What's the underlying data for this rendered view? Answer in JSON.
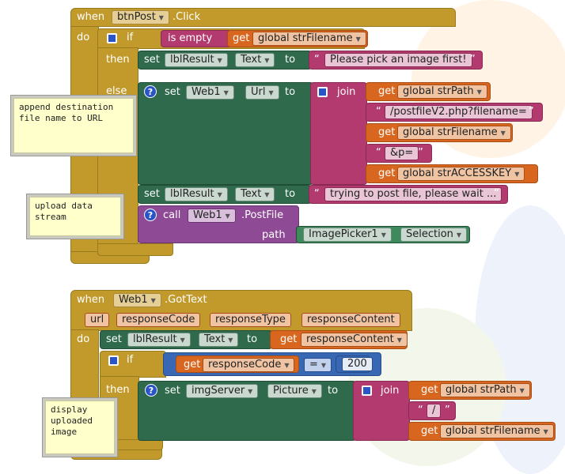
{
  "event1": {
    "when": "when",
    "component": "btnPost",
    "event": ".Click",
    "do": "do",
    "if_label": "if",
    "is_empty": "is empty",
    "get1": "get",
    "get1_var": "global strFilename",
    "then": "then",
    "set1": "set",
    "set1_comp": "lblResult",
    "set1_prop": "Text",
    "set1_to": "to",
    "set1_value": "Please pick an image first!",
    "else": "else",
    "set2": "set",
    "set2_comp": "Web1",
    "set2_prop": "Url",
    "set2_to": "to",
    "join": "join",
    "join_get1": "get",
    "join_var1": "global strPath",
    "join_str1": "/postfileV2.php?filename=",
    "join_get2": "get",
    "join_var2": "global strFilename",
    "join_str2": "&p=",
    "join_get3": "get",
    "join_var3": "global strACCESSKEY",
    "set3": "set",
    "set3_comp": "lblResult",
    "set3_prop": "Text",
    "set3_to": "to",
    "set3_value": "trying to post file, please wait ...",
    "call": "call",
    "call_comp": "Web1",
    "call_method": ".PostFile",
    "path": "path",
    "path_comp": "ImagePicker1",
    "path_prop": "Selection",
    "comment1": "append destination\nfile name to URL",
    "comment2": "upload data\nstream"
  },
  "event2": {
    "when": "when",
    "component": "Web1",
    "event": ".GotText",
    "params": [
      "url",
      "responseCode",
      "responseType",
      "responseContent"
    ],
    "do": "do",
    "set1": "set",
    "set1_comp": "lblResult",
    "set1_prop": "Text",
    "set1_to": "to",
    "set1_get": "get",
    "set1_var": "responseContent",
    "if_label": "if",
    "cmp_get": "get",
    "cmp_var": "responseCode",
    "cmp_op": "=",
    "cmp_num": "200",
    "then": "then",
    "set2": "set",
    "set2_comp": "imgServer",
    "set2_prop": "Picture",
    "set2_to": "to",
    "join": "join",
    "join_get1": "get",
    "join_var1": "global strPath",
    "join_str1": "/",
    "join_get2": "get",
    "join_var2": "global strFilename",
    "comment3": "display\nuploaded\nimage"
  },
  "colors": {
    "event": "#c29a2c",
    "component": "#2e6a4b",
    "procedure": "#8e4a95",
    "text": "#b33a6e",
    "variable": "#d9661f",
    "math": "#3867b4"
  }
}
